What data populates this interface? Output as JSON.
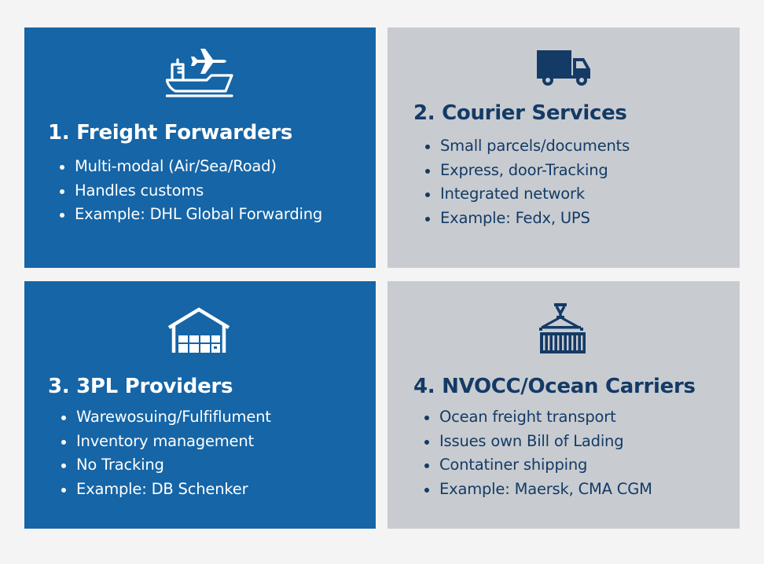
{
  "colors": {
    "background": "#f4f4f4",
    "blue_card": "#1565a7",
    "grey_card": "#c8ccd0",
    "dark_text": "#143a66",
    "light_text": "#ffffff"
  },
  "cards": [
    {
      "number": 1,
      "title": "1. Freight Forwarders",
      "icon": "ship-and-plane-icon",
      "style": "blue",
      "bullets": [
        "Multi-modal (Air/Sea/Road)",
        "Handles customs",
        "Example: DHL Global Forwarding"
      ]
    },
    {
      "number": 2,
      "title": "2. Courier Services",
      "icon": "delivery-truck-icon",
      "style": "grey",
      "bullets": [
        "Small parcels/documents",
        "Express, door-Tracking",
        "Integrated network",
        "Example: Fedx, UPS"
      ]
    },
    {
      "number": 3,
      "title": "3. 3PL Providers",
      "icon": "warehouse-icon",
      "style": "blue",
      "bullets": [
        "Warewosuing/Fulfiflument",
        "Inventory management",
        "No Tracking",
        "Example: DB Schenker"
      ]
    },
    {
      "number": 4,
      "title": "4. NVOCC/Ocean Carriers",
      "icon": "shipping-container-icon",
      "style": "grey",
      "bullets": [
        "Ocean freight transport",
        "Issues own Bill of Lading",
        "Contatiner shipping",
        "Example: Maersk, CMA CGM"
      ]
    }
  ]
}
